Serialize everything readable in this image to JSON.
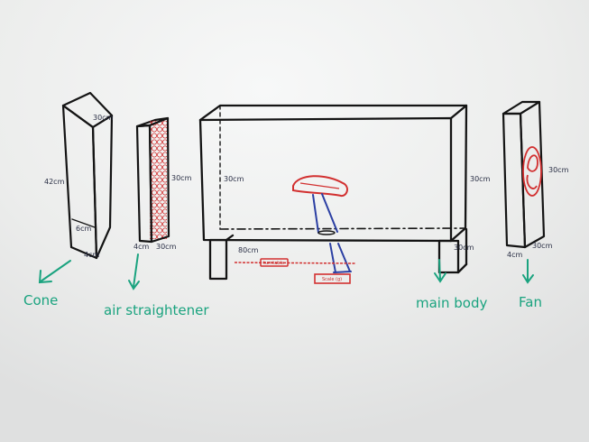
{
  "colors": {
    "board": "#ecedec",
    "marker_black": "#141414",
    "marker_blue": "#2b3fa3",
    "marker_red": "#d23030",
    "marker_green": "#1aa37f",
    "dim_text": "#2a2f45"
  },
  "cone": {
    "label": "Cone",
    "dim_top": "30cm",
    "dim_height": "42cm",
    "dim_inner": "6cm",
    "dim_depth": "4cm"
  },
  "straightener": {
    "label": "air straightener",
    "dim_height": "30cm",
    "dim_depth": "4cm",
    "dim_width": "30cm"
  },
  "main_body": {
    "label": "main body",
    "dim_height_left": "30cm",
    "dim_height_right": "30cm",
    "dim_length": "80cm",
    "dim_base": "30cm",
    "rail_label": "turntable",
    "scale_label": "Scale (g)"
  },
  "fan": {
    "label": "Fan",
    "dim_height": "30cm",
    "dim_depth": "4cm",
    "dim_width": "30cm"
  }
}
